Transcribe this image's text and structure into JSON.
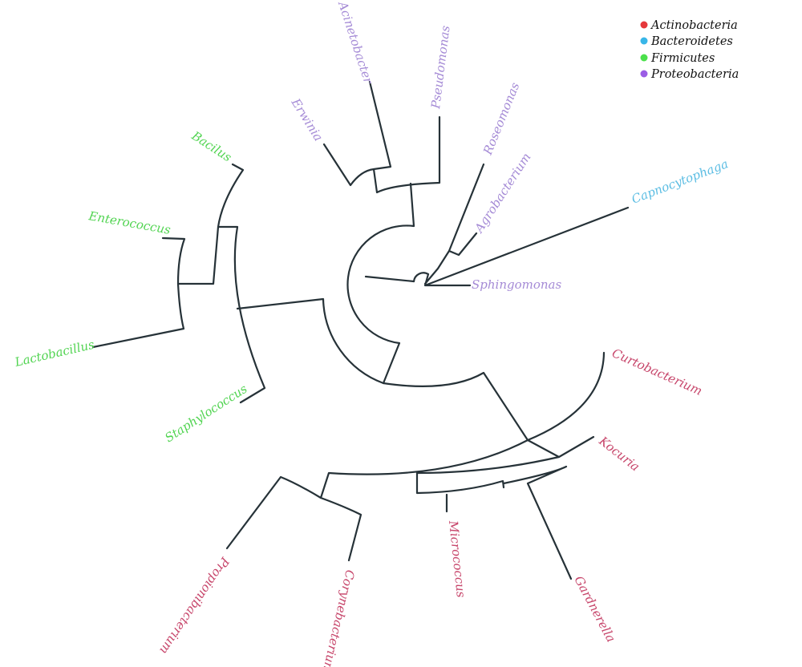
{
  "legend": [
    {
      "key": "actino",
      "label": "Actinobacteria",
      "color": "#e5383b"
    },
    {
      "key": "bactero",
      "label": "Bacteroidetes",
      "color": "#38b6e8"
    },
    {
      "key": "firmi",
      "label": "Firmicutes",
      "color": "#4be04b"
    },
    {
      "key": "proteo",
      "label": "Proteobacteria",
      "color": "#9b5de5"
    }
  ],
  "leaves": [
    {
      "id": "acinetobacter",
      "label": "Acinetobacter",
      "group": "proteo"
    },
    {
      "id": "pseudomonas",
      "label": "Pseudomonas",
      "group": "proteo"
    },
    {
      "id": "erwinia",
      "label": "Erwinia",
      "group": "proteo"
    },
    {
      "id": "roseomonas",
      "label": "Roseomonas",
      "group": "proteo"
    },
    {
      "id": "agrobacterium",
      "label": "Agrobacterium",
      "group": "proteo"
    },
    {
      "id": "sphingomonas",
      "label": "Sphingomonas",
      "group": "proteo"
    },
    {
      "id": "capnocytophaga",
      "label": "Capnocytophaga",
      "group": "bactero"
    },
    {
      "id": "bacilus",
      "label": "Bacilus",
      "group": "firmi"
    },
    {
      "id": "enterococcus",
      "label": "Enterococcus",
      "group": "firmi"
    },
    {
      "id": "lactobacillus",
      "label": "Lactobacillus",
      "group": "firmi"
    },
    {
      "id": "staphylococcus",
      "label": "Staphylococcus",
      "group": "firmi"
    },
    {
      "id": "curtobacterium",
      "label": "Curtobacterium",
      "group": "actino"
    },
    {
      "id": "kocuria",
      "label": "Kocuria",
      "group": "actino"
    },
    {
      "id": "micrococcus",
      "label": "Micrococcus",
      "group": "actino"
    },
    {
      "id": "gardnerella",
      "label": "Gardnerella",
      "group": "actino"
    },
    {
      "id": "corynebacterium",
      "label": "Corynebacterium",
      "group": "actino"
    },
    {
      "id": "propionibacterium",
      "label": "Propionibacterium",
      "group": "actino"
    }
  ]
}
